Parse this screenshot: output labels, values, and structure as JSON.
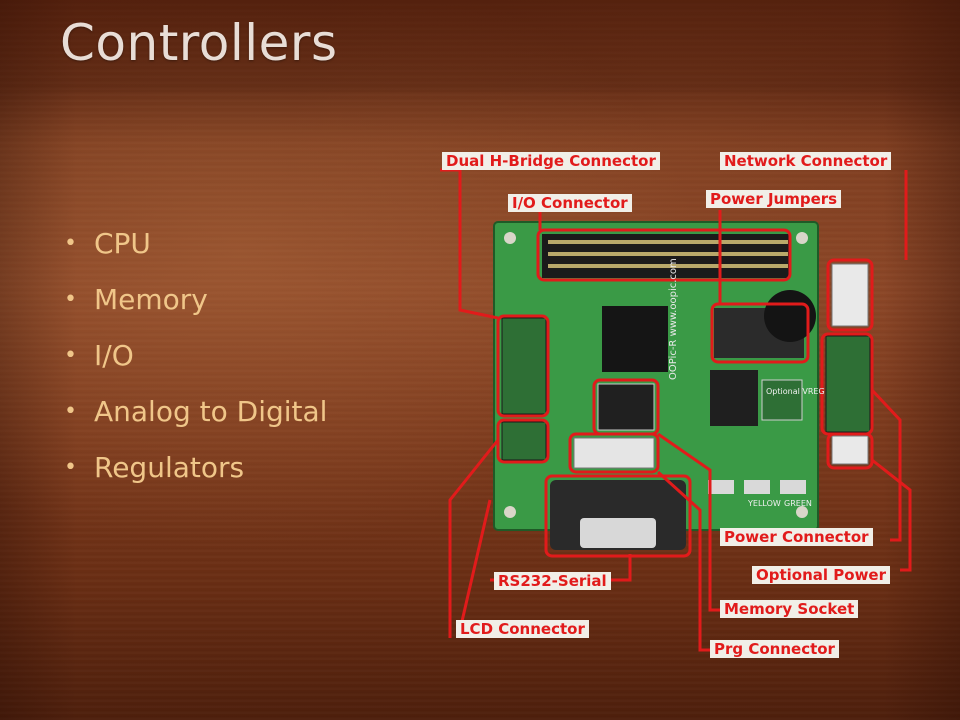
{
  "slide": {
    "title": "Controllers",
    "bullets": [
      "CPU",
      "Memory",
      "I/O",
      "Analog to Digital",
      "Regulators"
    ]
  },
  "figure": {
    "labels": {
      "dual_hbridge": "Dual H-Bridge Connector",
      "network": "Network Connector",
      "io": "I/O Connector",
      "power_jumpers": "Power Jumpers",
      "power_connector": "Power Connector",
      "optional_power": "Optional Power",
      "rs232": "RS232-Serial",
      "memory_socket": "Memory Socket",
      "lcd": "LCD Connector",
      "prg": "Prg Connector"
    },
    "board_text": {
      "brand": "OOPic-R  www.oopic.com",
      "regulator": "Optional VREG",
      "led_yellow": "YELLOW",
      "led_green": "GREEN"
    },
    "colors": {
      "annotation": "#e11b1b",
      "label_bg": "#f1efe8",
      "board": "#3a9a46"
    }
  }
}
